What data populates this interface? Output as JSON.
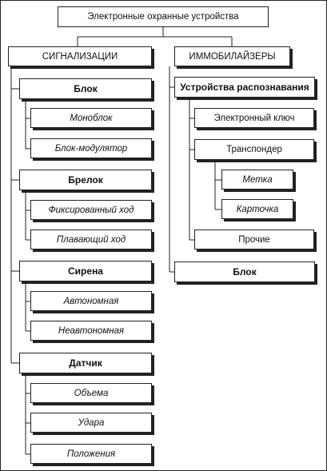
{
  "root": "Электронные охранные устройства",
  "left": {
    "title": "СИГНАЛИЗАЦИИ",
    "groups": [
      {
        "label": "Блок",
        "items": [
          "Моноблок",
          "Блок-модулятор"
        ]
      },
      {
        "label": "Брелок",
        "items": [
          "Фиксированный ход",
          "Плавающий ход"
        ]
      },
      {
        "label": "Сирена",
        "items": [
          "Автономная",
          "Неавтономная"
        ]
      },
      {
        "label": "Датчик",
        "items": [
          "Объема",
          "Удара",
          "Положения"
        ]
      }
    ]
  },
  "right": {
    "title": "ИММОБИЛАЙЗЕРЫ",
    "recognition": {
      "label": "Устройства распознавания",
      "key": "Электронный ключ",
      "transponder": {
        "label": "Транспондер",
        "items": [
          "Метка",
          "Карточка"
        ]
      },
      "other": "Прочие"
    },
    "block": "Блок"
  }
}
